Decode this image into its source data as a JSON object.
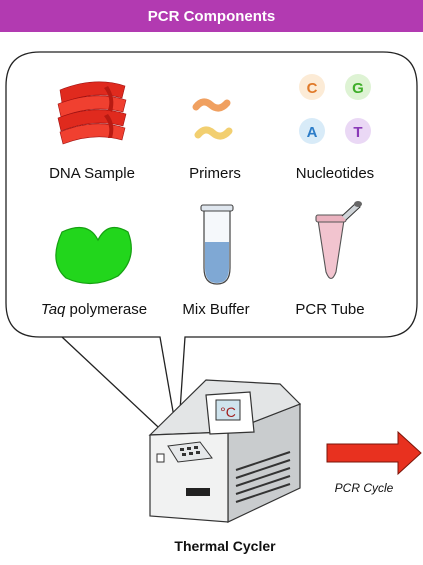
{
  "header": {
    "title": "PCR Components",
    "color": "#b23ab1"
  },
  "components": [
    {
      "id": "dna",
      "label": "DNA Sample",
      "icon": "dna-ribbon-icon"
    },
    {
      "id": "primers",
      "label": "Primers",
      "icon": "primer-squiggle-icon"
    },
    {
      "id": "nucleotides",
      "label": "Nucleotides",
      "icon": "nucleotide-bases-icon",
      "bases": [
        "C",
        "G",
        "A",
        "T"
      ]
    },
    {
      "id": "taq",
      "label_italic": "Taq",
      "label_rest": " polymerase",
      "icon": "enzyme-blob-icon"
    },
    {
      "id": "buffer",
      "label": "Mix Buffer",
      "icon": "test-tube-icon"
    },
    {
      "id": "tube",
      "label": "PCR Tube",
      "icon": "pcr-tube-icon"
    }
  ],
  "device": {
    "display_unit": "°C",
    "label": "Thermal Cycler",
    "icon": "thermal-cycler-icon"
  },
  "arrow": {
    "label": "PCR Cycle",
    "color": "#e8311f",
    "icon": "right-arrow-icon"
  }
}
